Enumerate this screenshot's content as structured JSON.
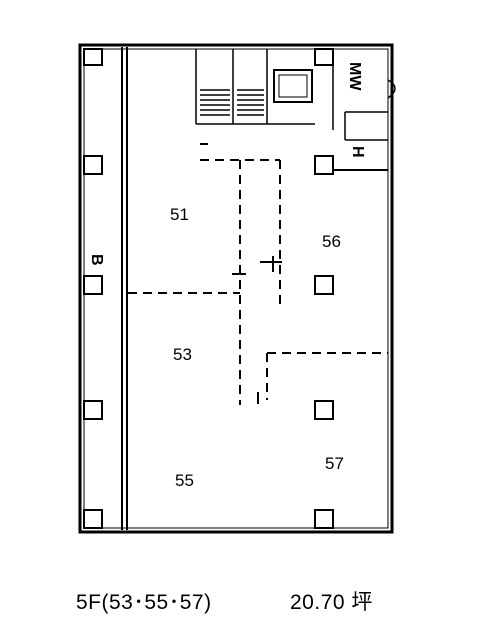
{
  "rooms": {
    "r51": "51",
    "r53": "53",
    "r55": "55",
    "r56": "56",
    "r57": "57"
  },
  "marks": {
    "b": "B",
    "mw": "MW",
    "h": "H"
  },
  "caption": {
    "floor": "5F(53･55･57)",
    "area": "20.70 坪"
  }
}
